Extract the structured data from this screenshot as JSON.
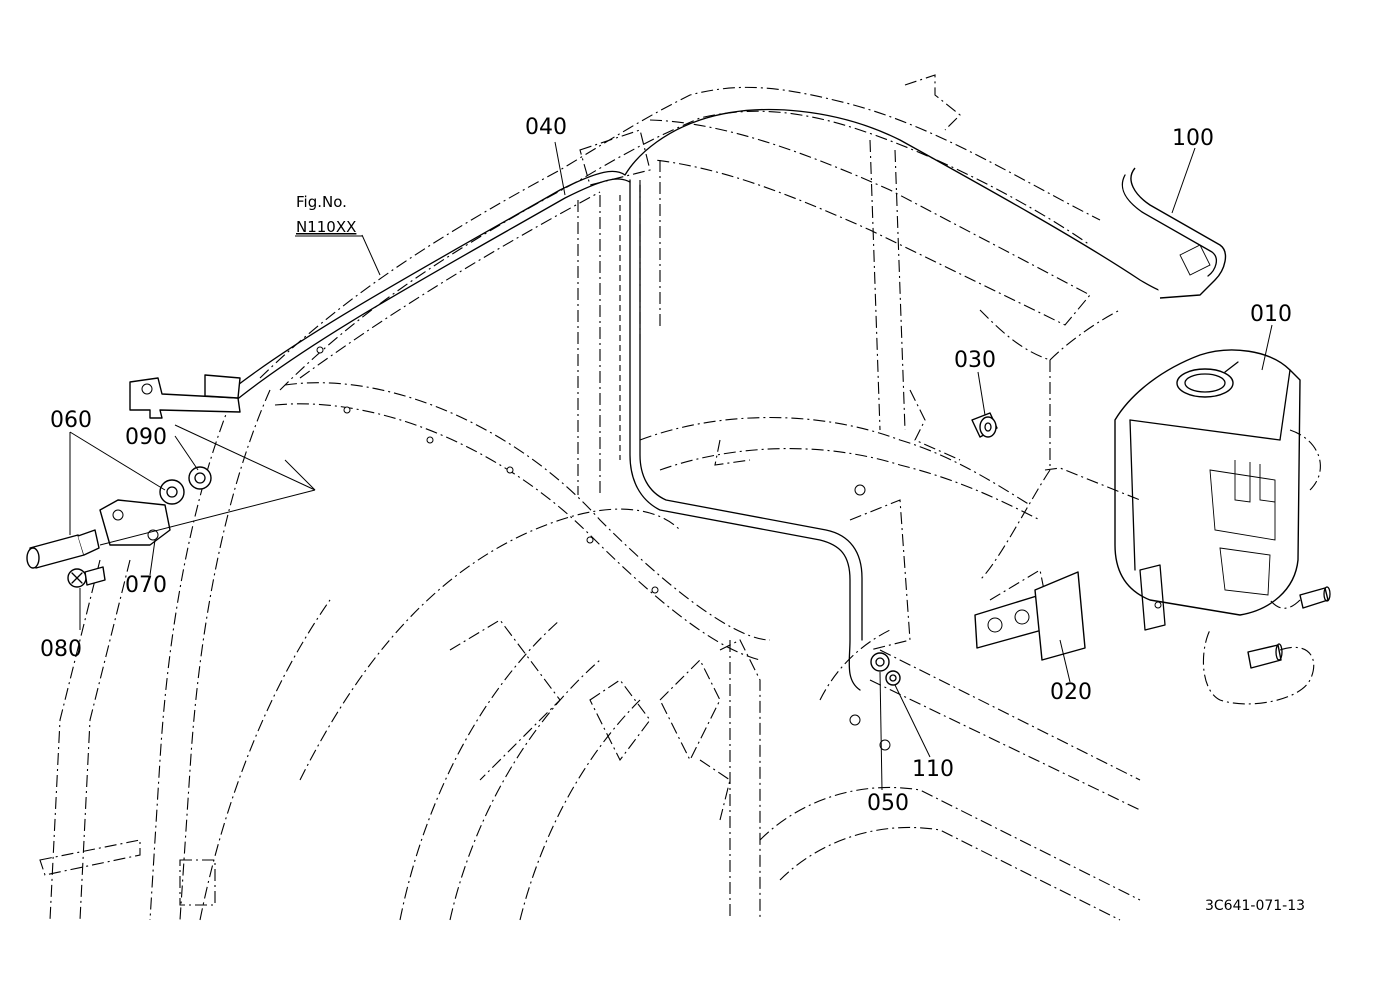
{
  "figure_ref": {
    "line1": "Fig.No.",
    "line2": "N110XX"
  },
  "callouts": {
    "p010": "010",
    "p020": "020",
    "p030": "030",
    "p040": "040",
    "p050": "050",
    "p060": "060",
    "p070": "070",
    "p080": "080",
    "p090": "090",
    "p100": "100",
    "p110": "110"
  },
  "drawing_code": "3C641-071-13"
}
